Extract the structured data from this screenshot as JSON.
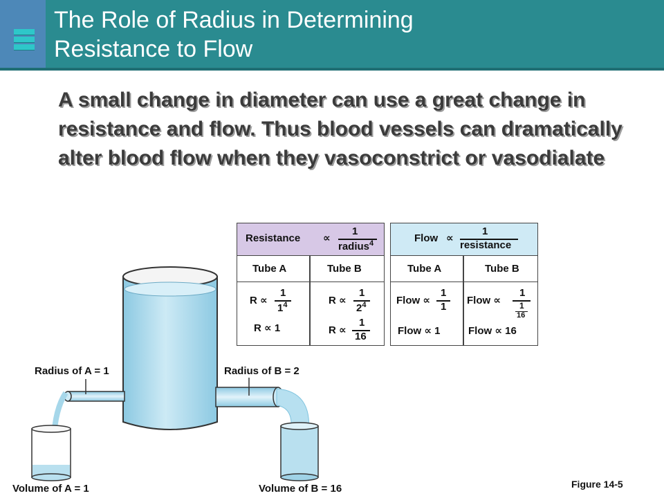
{
  "header": {
    "title_line1": "The Role of Radius in Determining",
    "title_line2": "Resistance to Flow"
  },
  "body": {
    "text": "A small change in diameter can use a great change in resistance and flow. Thus blood vessels can dramatically alter blood flow when they vasoconstrict or vasodialate"
  },
  "resistance_table": {
    "head_label": "Resistance",
    "prop_symbol": "∝",
    "head_num": "1",
    "head_den": "radius",
    "head_den_exp": "4",
    "col_a": "Tube A",
    "col_b": "Tube B",
    "a_r": "R",
    "a_num": "1",
    "a_den": "1",
    "a_den_exp": "4",
    "a_result": "R ∝ 1",
    "b_r": "R",
    "b_num": "1",
    "b_den": "2",
    "b_den_exp": "4",
    "b_r2": "R",
    "b_res_num": "1",
    "b_res_den": "16",
    "header_color": "#d7c8e6"
  },
  "flow_table": {
    "head_label": "Flow",
    "prop_symbol": "∝",
    "head_num": "1",
    "head_den": "resistance",
    "col_a": "Tube A",
    "col_b": "Tube B",
    "a_flow": "Flow",
    "a_num": "1",
    "a_den": "1",
    "a_result": "Flow ∝ 1",
    "b_flow": "Flow",
    "b_num": "1",
    "b_inner_num": "1",
    "b_inner_den": "16",
    "b_result": "Flow ∝ 16",
    "header_color": "#cfeaf5"
  },
  "diagram": {
    "radius_a": "Radius of A = 1",
    "radius_b": "Radius of B = 2",
    "volume_a": "Volume of A = 1",
    "volume_b": "Volume of B = 16",
    "figure": "Figure 14-5",
    "water_color": "#b9e0ef",
    "water_dark": "#7ec3de"
  }
}
